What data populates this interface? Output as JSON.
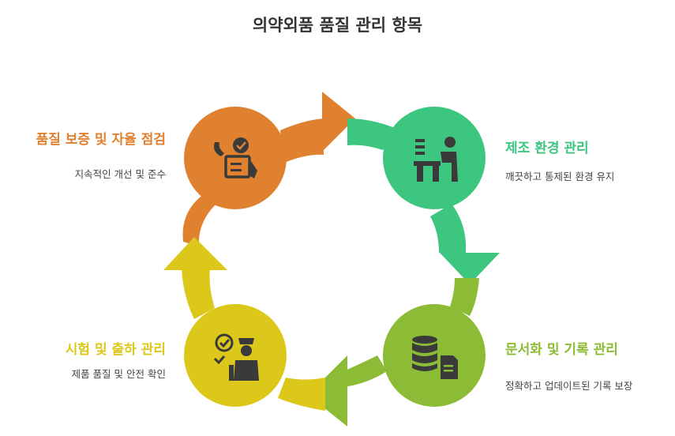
{
  "title": "의약외품 품질 관리 항목",
  "colors": {
    "orange": "#E0812F",
    "green": "#3DC67F",
    "lime": "#8CBC35",
    "yellow": "#DCC71B",
    "icon": "#3A3A3A"
  },
  "steps": [
    {
      "label": "품질 보증 및 자율 점검",
      "description": "지속적인 개선 및 준수",
      "icon": "checklist-hand-icon"
    },
    {
      "label": "제조 환경 관리",
      "description": "깨끗하고 통제된 환경 유지",
      "icon": "worker-desk-icon"
    },
    {
      "label": "문서화 및 기록 관리",
      "description": "정확하고 업데이트된 기록 보장",
      "icon": "database-document-icon"
    },
    {
      "label": "시험 및 출하 관리",
      "description": "제품 품질 및 안전 확인",
      "icon": "inspector-check-icon"
    }
  ]
}
